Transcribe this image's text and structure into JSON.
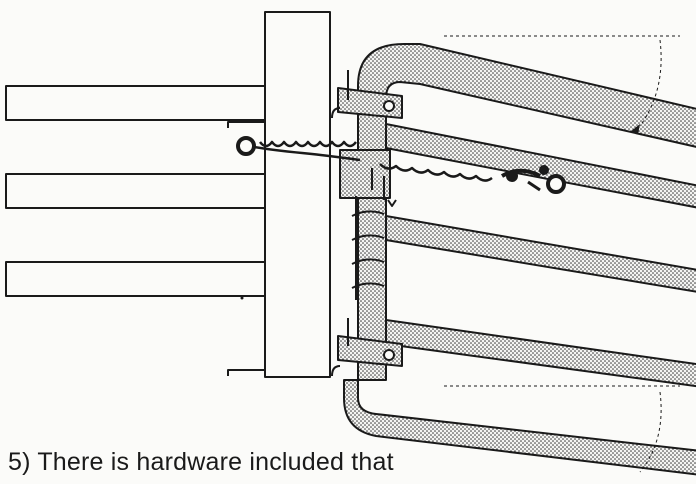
{
  "caption": {
    "text": "5) There is hardware included that"
  },
  "diagram": {
    "subject": "gate-latch-hardware-attachment",
    "colors": {
      "line": "#1a1a1a",
      "paper": "#fbfbf9",
      "gate_fill_pattern": "stipple"
    }
  }
}
